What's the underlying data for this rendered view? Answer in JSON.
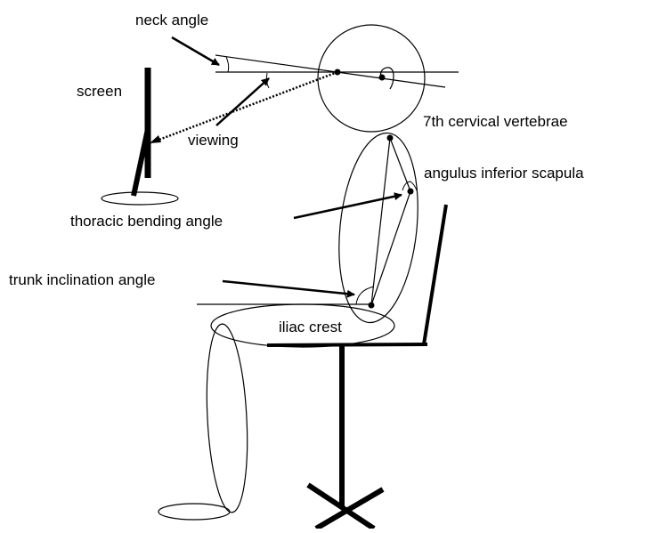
{
  "labels": {
    "neck_angle": "neck angle",
    "screen": "screen",
    "viewing": "viewing",
    "cervical": "7th cervical vertebrae",
    "scapula": "angulus inferior scapula",
    "thoracic": "thoracic bending angle",
    "trunk": "trunk inclination angle",
    "iliac": "iliac crest"
  },
  "colors": {
    "stroke": "#000000",
    "background": "#ffffff"
  }
}
